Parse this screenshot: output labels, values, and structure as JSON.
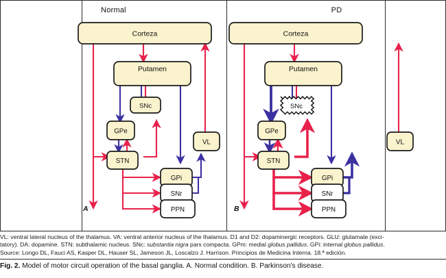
{
  "figure": {
    "panels": [
      {
        "id": "normal",
        "title": "Normal",
        "letter": "A",
        "nodes": {
          "cortex": "Corteza",
          "putamen": "Putamen",
          "snc": "SNc",
          "gpe": "GPe",
          "stn": "STN",
          "vl": "VL",
          "gpi": "GPi",
          "snr": "SNr",
          "ppn": "PPN"
        }
      },
      {
        "id": "pd",
        "title": "PD",
        "letter": "B",
        "nodes": {
          "cortex": "Corteza",
          "putamen": "Putamen",
          "snc": "SNc",
          "gpe": "GPe",
          "stn": "STN",
          "vl": "VL",
          "gpi": "GPi",
          "snr": "SNr",
          "ppn": "PPN"
        }
      }
    ],
    "colors": {
      "excitatory_red": "#e8214b",
      "inhibitory_blue": "#3b31a0",
      "box_fill_cream": "#faf3cd",
      "box_fill_white": "#ffffff",
      "box_stroke": "#1a1a1a"
    }
  },
  "notes": {
    "line1_a": "VL: ventral lateral nucleus of the thalamus. VA: ventral anterior nucleus of the thalamus. D1 and D2: dopaminergic receptors. GLU: glutamate (exci-",
    "line2_a": "tatory). DA: dopamine. STN: subthalamic nucleus. SNc: ",
    "line2_i1": "substantia nigra",
    "line2_b": " pars compacta. GPm: medial ",
    "line2_i2": "globus pallidus",
    "line2_c": ". GPi: internal ",
    "line2_i3": "globus pallidus",
    "line2_d": ".",
    "line3": "Source: Longo DL, Fauci AS, Kasper DL, Hauser SL, Jameson JL, Loscalzo J. Harrison. Principios de Medicina Interna. 18.ª edición."
  },
  "caption": {
    "label": "Fig. 2.",
    "text": "Model of motor circuit operation of the basal ganglia. A. Normal condition. B. Parkinson's disease."
  }
}
